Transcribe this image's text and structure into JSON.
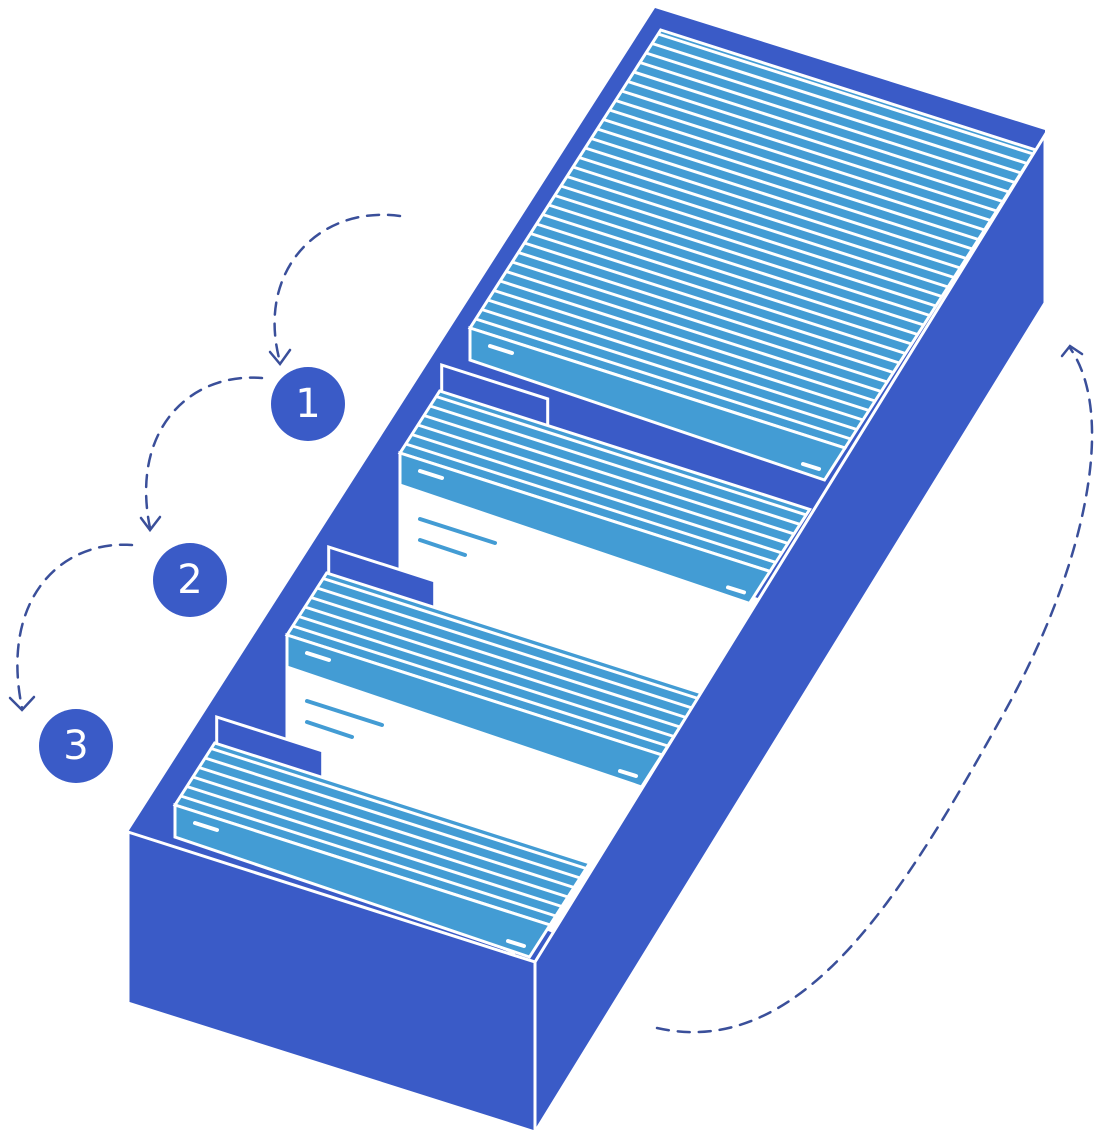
{
  "illustration": {
    "subject": "card-box",
    "steps": [
      {
        "label": "1"
      },
      {
        "label": "2"
      },
      {
        "label": "3"
      }
    ]
  },
  "colors": {
    "box": "#3A5BC7",
    "card_edge": "#439CD4",
    "card_face": "#ffffff",
    "arrow": "#3A4F9A"
  }
}
